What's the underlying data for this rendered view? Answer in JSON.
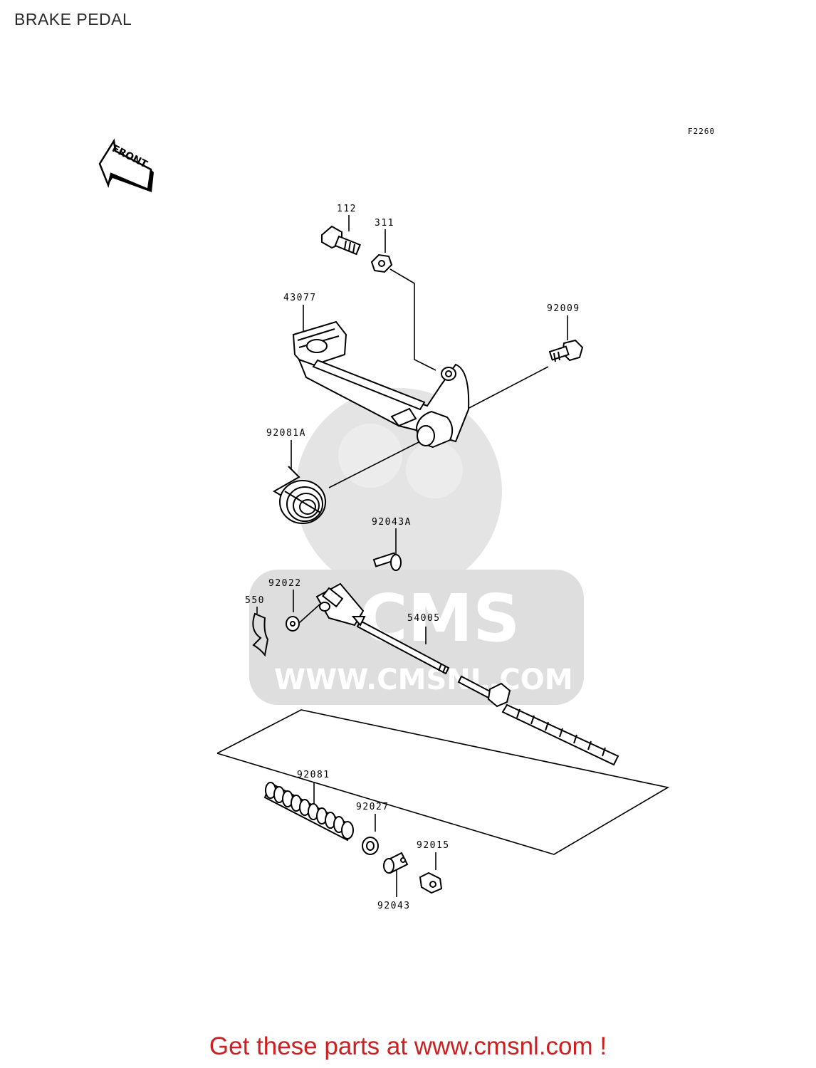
{
  "page": {
    "title": "BRAKE PEDAL",
    "diagram_code": "F2260",
    "front_label": "FRONT",
    "cta": "Get these parts at www.cmsnl.com !"
  },
  "watermark": {
    "brand": "CMS",
    "url": "WWW.CMSNL.COM",
    "color": "#d9d9d9"
  },
  "parts": [
    {
      "number": "112"
    },
    {
      "number": "311"
    },
    {
      "number": "43077"
    },
    {
      "number": "92009"
    },
    {
      "number": "92081A"
    },
    {
      "number": "92043A"
    },
    {
      "number": "92022"
    },
    {
      "number": "550"
    },
    {
      "number": "54005"
    },
    {
      "number": "92081"
    },
    {
      "number": "92027"
    },
    {
      "number": "92015"
    },
    {
      "number": "92043"
    }
  ],
  "colors": {
    "line": "#000000",
    "cta": "#cc1f1f"
  }
}
